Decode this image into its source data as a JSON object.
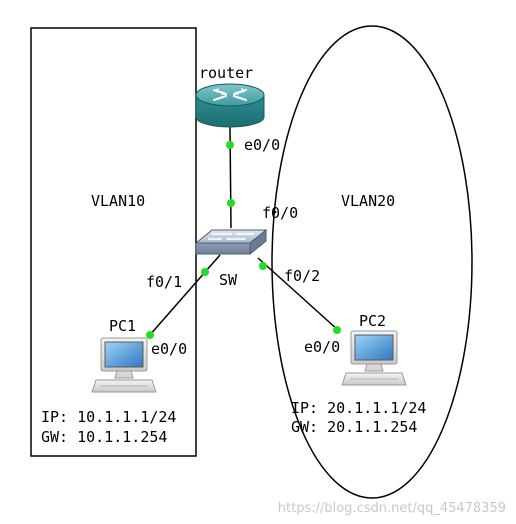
{
  "nodes": {
    "router": {
      "label": "router",
      "icon": "router-icon"
    },
    "switch": {
      "label": "SW",
      "icon": "switch-icon"
    },
    "pc1": {
      "label": "PC1",
      "icon": "pc-icon",
      "ip": "IP: 10.1.1.1/24",
      "gw": "GW: 10.1.1.254"
    },
    "pc2": {
      "label": "PC2",
      "icon": "pc-icon",
      "ip": "IP: 20.1.1.1/24",
      "gw": "GW: 20.1.1.254"
    }
  },
  "vlans": [
    {
      "label": "VLAN10",
      "shape": "rectangle"
    },
    {
      "label": "VLAN20",
      "shape": "ellipse"
    }
  ],
  "links": [
    {
      "from": "router",
      "from_port": "e0/0",
      "to": "switch",
      "to_port": "f0/0"
    },
    {
      "from": "switch",
      "from_port": "f0/1",
      "to": "pc1",
      "to_port": "e0/0"
    },
    {
      "from": "switch",
      "from_port": "f0/2",
      "to": "pc2",
      "to_port": "e0/0"
    }
  ],
  "watermark": "https://blog.csdn.net/qq_45478359",
  "colors": {
    "link_dot": "#22dd22",
    "router_body": "#2a8a8e",
    "line": "#000000"
  }
}
